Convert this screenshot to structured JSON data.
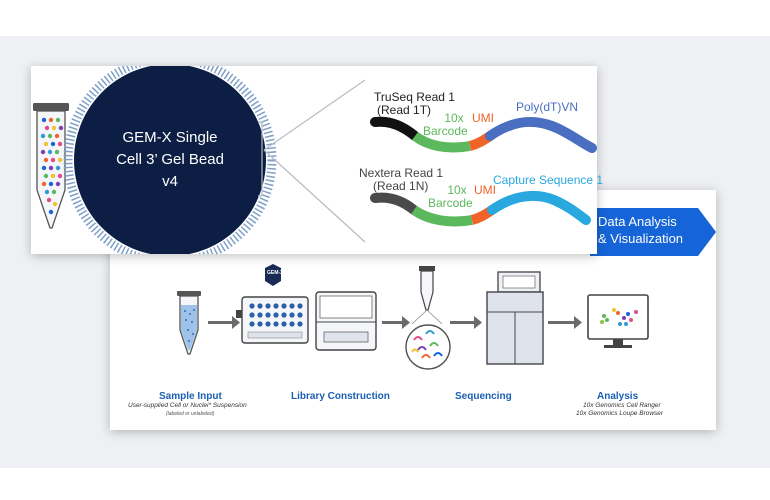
{
  "banner": {
    "line1": "Data Analysis",
    "line2": "& Visualization"
  },
  "bead": {
    "line1": "GEM-X Single",
    "line2": "Cell 3’ Gel Bead",
    "line3": "v4"
  },
  "read1": {
    "truseq_line1": "TruSeq Read 1",
    "truseq_line2": "(Read 1T)",
    "barcode_top": "10x",
    "barcode_bottom": "Barcode",
    "umi": "UMI",
    "polydt": "Poly(dT)VN"
  },
  "read2": {
    "nextera_line1": "Nextera Read 1",
    "nextera_line2": "(Read 1N)",
    "barcode_top": "10x",
    "barcode_bottom": "Barcode",
    "umi": "UMI",
    "capture": "Capture Sequence 1"
  },
  "chip_label": "GEM-X",
  "steps": {
    "sample_input": {
      "title": "Sample Input",
      "sub": "User-supplied Cell or Nuclei* Suspension",
      "note": "(labeled or unlabeled)"
    },
    "library": {
      "title": "Library Construction"
    },
    "sequencing": {
      "title": "Sequencing"
    },
    "analysis": {
      "title": "Analysis",
      "sub1": "10x Genomics Cell Ranger",
      "sub2": "10x Genomics Loupe Browser"
    }
  },
  "colors": {
    "navy": "#0d1e45",
    "banner_blue": "#1565d8",
    "black_seg": "#111111",
    "grey_seg": "#4a4a4a",
    "barcode_green": "#5cb85c",
    "umi_orange": "#f0642a",
    "polydt_blue": "#4a6fc0",
    "capture_cyan": "#29a8e0",
    "title_blue": "#1a5fb4"
  }
}
